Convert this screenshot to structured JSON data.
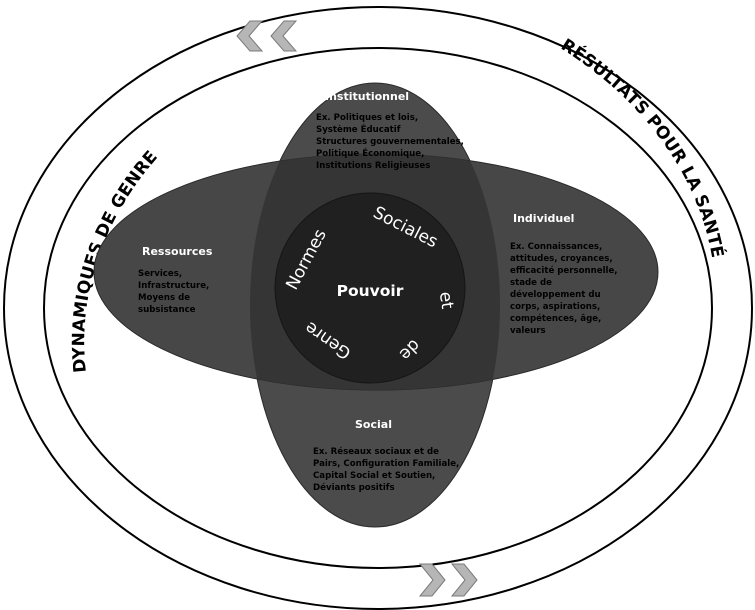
{
  "outer_ring": {
    "left_label": "DYNAMIQUES DE GENRE",
    "right_label": "RÉSULTATS POUR LA SANTÉ"
  },
  "center": {
    "label": "Pouvoir",
    "ring_words": [
      "Normes",
      "Sociales",
      "et",
      "de",
      "Genre"
    ]
  },
  "institutionnel": {
    "title": "Institutionnel",
    "items": [
      "Ex. Politiques et lois,",
      "Système Éducatif",
      "Structures gouvernementales,",
      "Politique Économique,",
      "Institutions Religieuses"
    ]
  },
  "ressources": {
    "title": "Ressources",
    "items": [
      "Services,",
      "Infrastructure,",
      "Moyens de",
      "subsistance"
    ]
  },
  "individuel": {
    "title": "Individuel",
    "items": [
      "Ex. Connaissances,",
      "attitudes, croyances,",
      "efficacité personnelle,",
      "stade de",
      "développement du",
      "corps, aspirations,",
      "compétences, âge,",
      "valeurs"
    ]
  },
  "social": {
    "title": "Social",
    "items": [
      "Ex. Réseaux sociaux et de",
      "Pairs, Configuration Familiale,",
      "Capital Social et Soutien,",
      "Déviants positifs"
    ]
  },
  "colors": {
    "ellipse_fill": "#4a4a4a",
    "overlap_mid": "#353535",
    "center_fill": "#1f1f1f",
    "ring_stroke": "#000000",
    "chevron_fill": "#b4b4b4"
  }
}
